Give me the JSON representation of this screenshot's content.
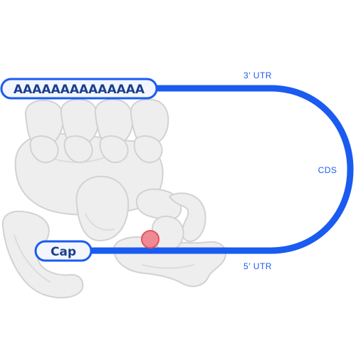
{
  "labels": {
    "poly_a": "AAAAAAAAAAAAAA",
    "cap": "Cap",
    "utr3": "3′ UTR",
    "cds": "CDS",
    "utr5": "5′ UTR"
  },
  "colors": {
    "mrna_strand": "#1a5bf0",
    "protein_fill": "#eeeeee",
    "protein_outline": "#d2d2d2",
    "start_marker": "#f08a92",
    "label_text": "#1b3f8c"
  }
}
